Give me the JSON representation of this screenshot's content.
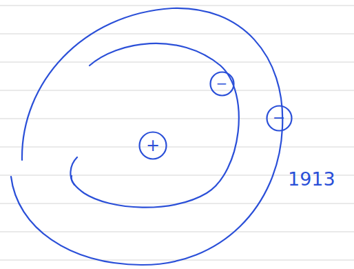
{
  "diagram": {
    "nodes": [
      {
        "text": [
          "+"
        ]
      },
      {
        "text": [
          "−"
        ]
      },
      {
        "text": [
          "−"
        ]
      }
    ],
    "labels": [
      "1913"
    ]
  }
}
